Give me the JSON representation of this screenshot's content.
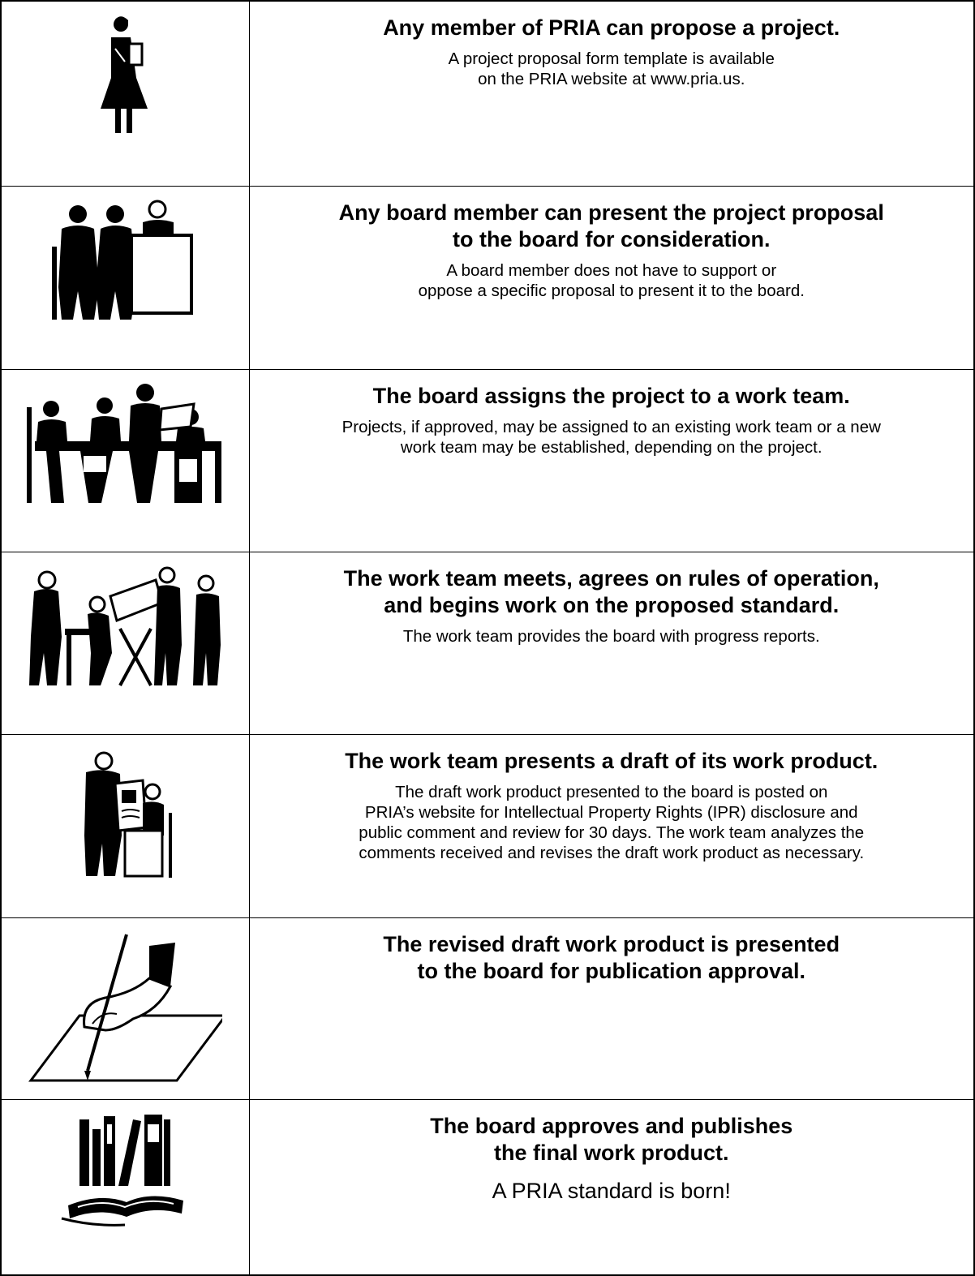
{
  "steps": [
    {
      "icon": "person-with-clipboard-icon",
      "title": "Any member of PRIA can propose a project.",
      "description": "A project proposal form template is available\non the PRIA website at www.pria.us."
    },
    {
      "icon": "people-at-podium-icon",
      "title": "Any board member can present the project proposal\nto the board for consideration.",
      "description": "A board member does not have to support or\noppose a specific proposal to present it to the board."
    },
    {
      "icon": "board-meeting-table-icon",
      "title": "The board assigns the project to a work team.",
      "description": "Projects, if approved, may be assigned to an existing work team or a new\nwork team may be established, depending on the project."
    },
    {
      "icon": "team-at-drafting-table-icon",
      "title": "The work team meets, agrees on rules of operation,\nand begins work on the proposed standard.",
      "description": "The work team provides the board with progress reports."
    },
    {
      "icon": "presenting-document-icon",
      "title": "The work team presents a draft of its work product.",
      "description": "The draft work product presented to the board is posted on\nPRIA’s website for Intellectual Property Rights (IPR) disclosure and\npublic comment and review for 30 days. The work team analyzes the\ncomments received and revises the draft work product as necessary."
    },
    {
      "icon": "hand-signing-icon",
      "title": "The revised draft work product is presented\nto the board for publication approval.",
      "description": ""
    },
    {
      "icon": "books-icon",
      "title": "The board approves and publishes\nthe final work product.",
      "description": "A PRIA standard is born!"
    }
  ]
}
